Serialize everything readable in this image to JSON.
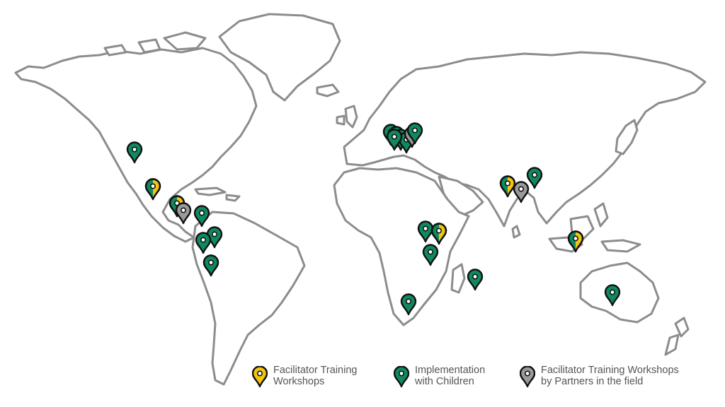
{
  "colors": {
    "land_fill": "#ffffff",
    "land_stroke": "#8c8c8c",
    "facilitator": "#f2c511",
    "implementation": "#0f8a5f",
    "partners": "#9a9a9a"
  },
  "legend": [
    {
      "key": "facilitator",
      "label": "Facilitator Training\nWorkshops",
      "color": "#f2c511",
      "icon": "map-pin-icon"
    },
    {
      "key": "implementation",
      "label": "Implementation\nwith Children",
      "color": "#0f8a5f",
      "icon": "map-pin-icon"
    },
    {
      "key": "partners",
      "label": "Facilitator Training Workshops\nby Partners in the field",
      "color": "#9a9a9a",
      "icon": "map-pin-icon"
    }
  ],
  "markers": [
    {
      "id": "western-usa",
      "categories": [
        "implementation"
      ]
    },
    {
      "id": "mexico",
      "categories": [
        "implementation",
        "facilitator"
      ]
    },
    {
      "id": "guatemala",
      "categories": [
        "implementation",
        "facilitator"
      ]
    },
    {
      "id": "el-salvador",
      "categories": [
        "partners"
      ]
    },
    {
      "id": "colombia-north",
      "categories": [
        "implementation"
      ]
    },
    {
      "id": "colombia",
      "categories": [
        "implementation"
      ]
    },
    {
      "id": "colombia-south",
      "categories": [
        "implementation"
      ]
    },
    {
      "id": "ecuador",
      "categories": [
        "implementation"
      ]
    },
    {
      "id": "peru",
      "categories": [
        "implementation"
      ]
    },
    {
      "id": "europe-1",
      "categories": [
        "implementation"
      ]
    },
    {
      "id": "europe-2",
      "categories": [
        "implementation"
      ]
    },
    {
      "id": "europe-3",
      "categories": [
        "implementation"
      ]
    },
    {
      "id": "europe-4",
      "categories": [
        "implementation"
      ]
    },
    {
      "id": "europe-5",
      "categories": [
        "implementation"
      ]
    },
    {
      "id": "romania",
      "categories": [
        "partners"
      ]
    },
    {
      "id": "ukraine",
      "categories": [
        "implementation"
      ]
    },
    {
      "id": "ethiopia",
      "categories": [
        "implementation"
      ]
    },
    {
      "id": "ethiopia-east",
      "categories": [
        "implementation",
        "facilitator"
      ]
    },
    {
      "id": "kenya",
      "categories": [
        "implementation"
      ]
    },
    {
      "id": "madagascar",
      "categories": [
        "implementation"
      ]
    },
    {
      "id": "south-africa",
      "categories": [
        "implementation"
      ]
    },
    {
      "id": "india-north",
      "categories": [
        "implementation",
        "facilitator"
      ]
    },
    {
      "id": "india",
      "categories": [
        "partners"
      ]
    },
    {
      "id": "nepal",
      "categories": [
        "implementation"
      ]
    },
    {
      "id": "borneo",
      "categories": [
        "implementation",
        "facilitator"
      ]
    },
    {
      "id": "australia",
      "categories": [
        "implementation"
      ]
    }
  ]
}
